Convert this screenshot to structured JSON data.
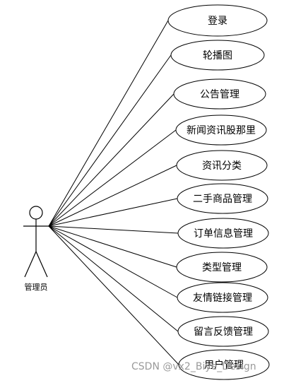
{
  "actor": {
    "label": "管理员"
  },
  "use_cases": [
    {
      "label": "登录"
    },
    {
      "label": "轮播图"
    },
    {
      "label": "公告管理"
    },
    {
      "label": "新闻资讯股那里"
    },
    {
      "label": "资讯分类"
    },
    {
      "label": "二手商品管理"
    },
    {
      "label": "订单信息管理"
    },
    {
      "label": "类型管理"
    },
    {
      "label": "友情链接管理"
    },
    {
      "label": "留言反馈管理"
    },
    {
      "label": "用户管理"
    }
  ],
  "watermark": "CSDN @vx2_Biye_Design"
}
